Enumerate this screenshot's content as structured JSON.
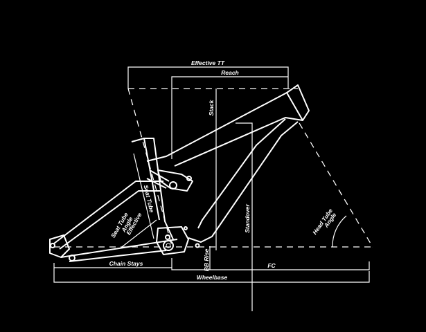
{
  "labels": {
    "effective_tt": "Effective TT",
    "reach": "Reach",
    "stack": "Stack",
    "seat_tube": "Seat Tube",
    "seat_tube_angle_1": "Seat Tube",
    "seat_tube_angle_2": "Angle",
    "seat_tube_angle_3": "Effective",
    "standover": "Standover",
    "head_tube_angle_1": "Head Tube",
    "head_tube_angle_2": "Angle",
    "chain_stays": "Chain Stays",
    "bb_rise": "BB Rise",
    "fc": "FC",
    "wheelbase": "Wheelbase"
  },
  "colors": {
    "background": "#000000",
    "lines": "#ffffff"
  }
}
